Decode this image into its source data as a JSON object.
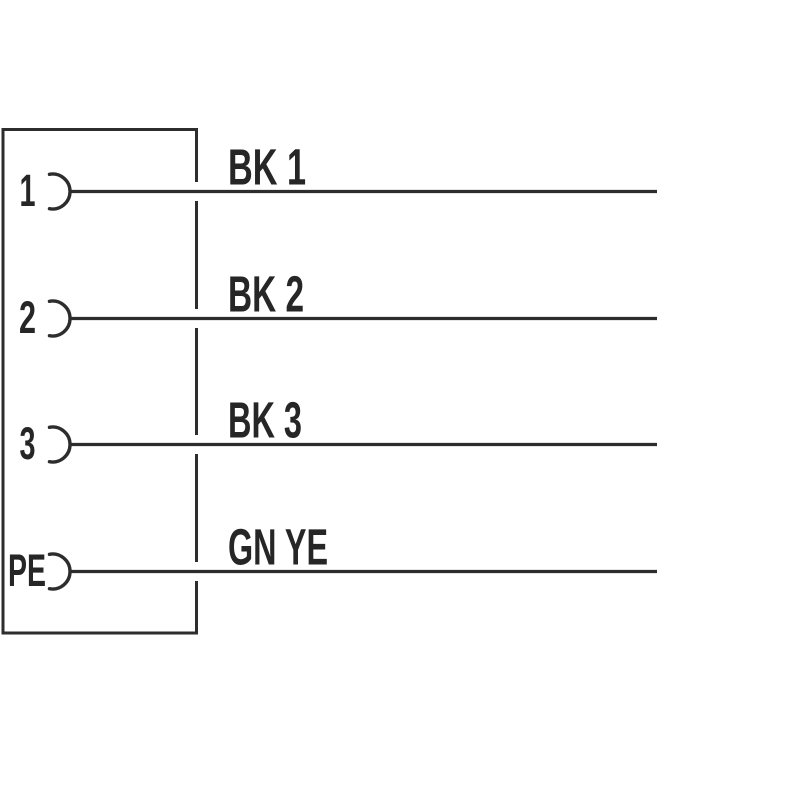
{
  "diagram": {
    "background_color": "#ffffff",
    "line_color": "#2d2d2d",
    "text_color": "#262626",
    "pins": [
      {
        "pin": "1",
        "wire": "BK 1"
      },
      {
        "pin": "2",
        "wire": "BK 2"
      },
      {
        "pin": "3",
        "wire": "BK 3"
      },
      {
        "pin": "PE",
        "wire": "GN YE"
      }
    ]
  }
}
